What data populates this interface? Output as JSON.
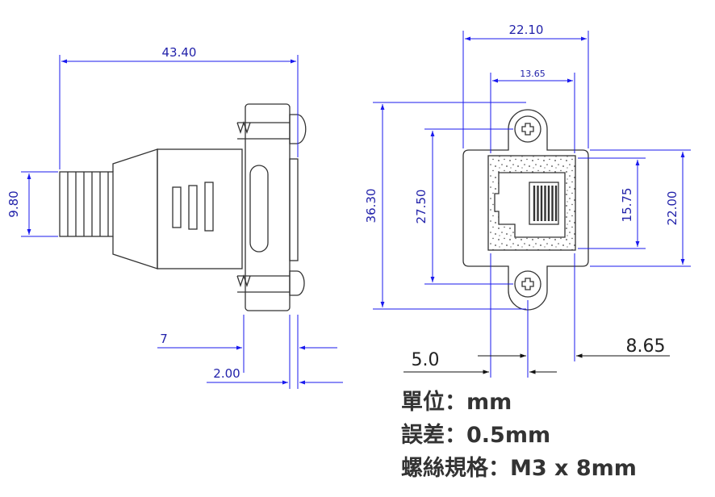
{
  "dimensions": {
    "side_width": "43.40",
    "side_cable_height": "9.80",
    "side_flange_offset": "7",
    "side_plate_thickness": "2.00",
    "front_width": "22.10",
    "front_port_width": "13.65",
    "front_overall_height": "36.30",
    "front_hole_pitch": "27.50",
    "front_port_height": "15.75",
    "front_body_height": "22.00",
    "front_left_offset": "5.0",
    "front_right_offset": "8.65"
  },
  "notes": {
    "unit": "單位：mm",
    "tolerance": "誤差：0.5mm",
    "screw": "螺絲規格：M3 x 8mm"
  },
  "colors": {
    "outline": "#333333",
    "dimension": "#2222aa",
    "arrow": "#1a1aee"
  }
}
